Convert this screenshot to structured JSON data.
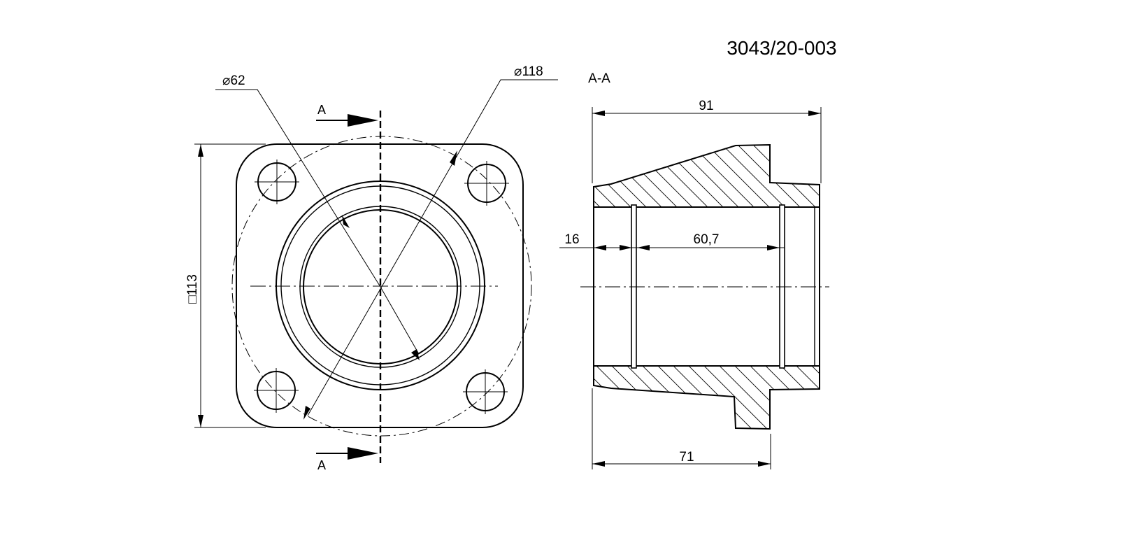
{
  "drawing": {
    "part_number": "3043/20-003",
    "section_view_label": "A-A",
    "cutting_plane_label_top": "A",
    "cutting_plane_label_bottom": "A"
  },
  "dimensions": {
    "inner_diameter": {
      "symbol": "⌀",
      "value": "62"
    },
    "bolt_circle_diameter": {
      "symbol": "⌀",
      "value": "118"
    },
    "flange_square": {
      "symbol": "□",
      "value": "113"
    },
    "overall_length": "91",
    "body_length": "71",
    "groove_offset": "16",
    "groove_spacing": "60,7"
  }
}
